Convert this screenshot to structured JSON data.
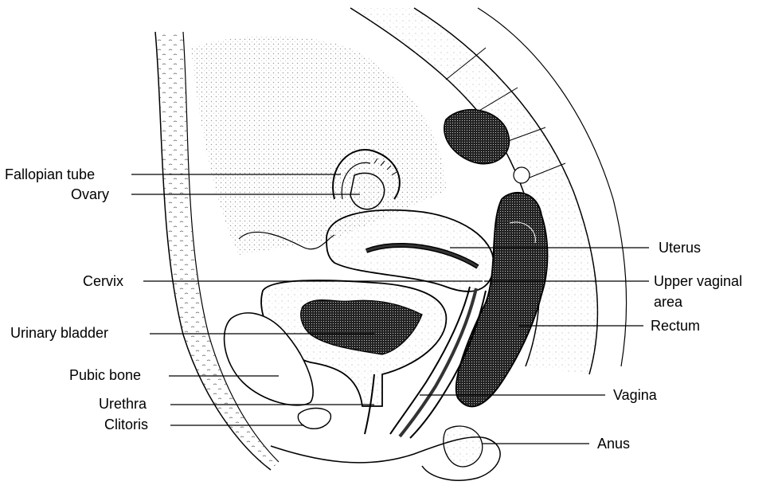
{
  "labels": {
    "fallopian_tube": "Fallopian tube",
    "ovary": "Ovary",
    "cervix": "Cervix",
    "urinary_bladder": "Urinary bladder",
    "pubic_bone": "Pubic bone",
    "urethra": "Urethra",
    "clitoris": "Clitoris",
    "uterus": "Uterus",
    "upper_vaginal_area_line1": "Upper vaginal",
    "upper_vaginal_area_line2": "area",
    "rectum": "Rectum",
    "vagina": "Vagina",
    "anus": "Anus"
  },
  "colors": {
    "ink": "#000000",
    "background": "#ffffff",
    "stipple": "#555555"
  }
}
